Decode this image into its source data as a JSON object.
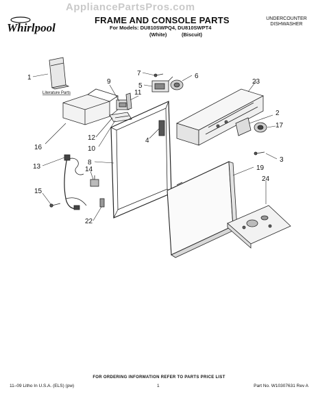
{
  "header": {
    "watermark": "AppliancePartsPros.com",
    "brand_logo": "Whirlpool",
    "title": "FRAME AND CONSOLE PARTS",
    "models_line": "For Models: DU810SWPQ4, DU810SWPT4",
    "variant_white": "(White)",
    "variant_biscuit": "(Biscuit)",
    "product_line1": "UNDERCOUNTER",
    "product_line2": "DISHWASHER"
  },
  "diagram": {
    "literature_label": "Literature Parts",
    "callouts": [
      "1",
      "2",
      "3",
      "4",
      "5",
      "6",
      "7",
      "8",
      "9",
      "10",
      "11",
      "12",
      "13",
      "14",
      "15",
      "16",
      "17",
      "19",
      "22",
      "23",
      "24"
    ]
  },
  "footer": {
    "order_note": "FOR ORDERING INFORMATION REFER TO PARTS PRICE LIST",
    "litho": "11–09 Litho In U.S.A. (ELS) (pw)",
    "page_number": "1",
    "part_no": "Part No. W10307631 Rev A"
  }
}
